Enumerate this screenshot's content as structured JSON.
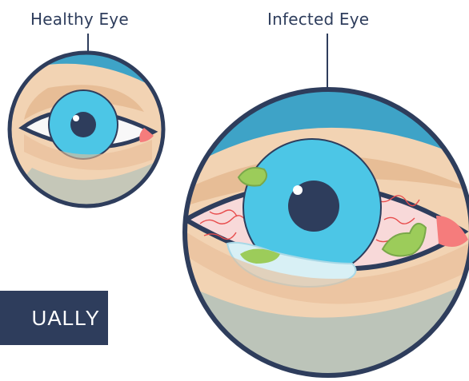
{
  "labels": {
    "healthy": "Healthy Eye",
    "infected": "Infected Eye"
  },
  "banner": {
    "text": "UALLY"
  },
  "colors": {
    "outline": "#2e3d5c",
    "ring": "#3ea3c7",
    "skin": "#f2d3b3",
    "skin_shadow": "#e7bd96",
    "sclera": "#f8f8f8",
    "red_sclera": "#f8d9d9",
    "iris": "#4cc6e6",
    "pupil": "#2e3d5c",
    "caruncle": "#f57c7c",
    "discharge": "#9ccc5a",
    "tear": "#d8f0f5"
  }
}
